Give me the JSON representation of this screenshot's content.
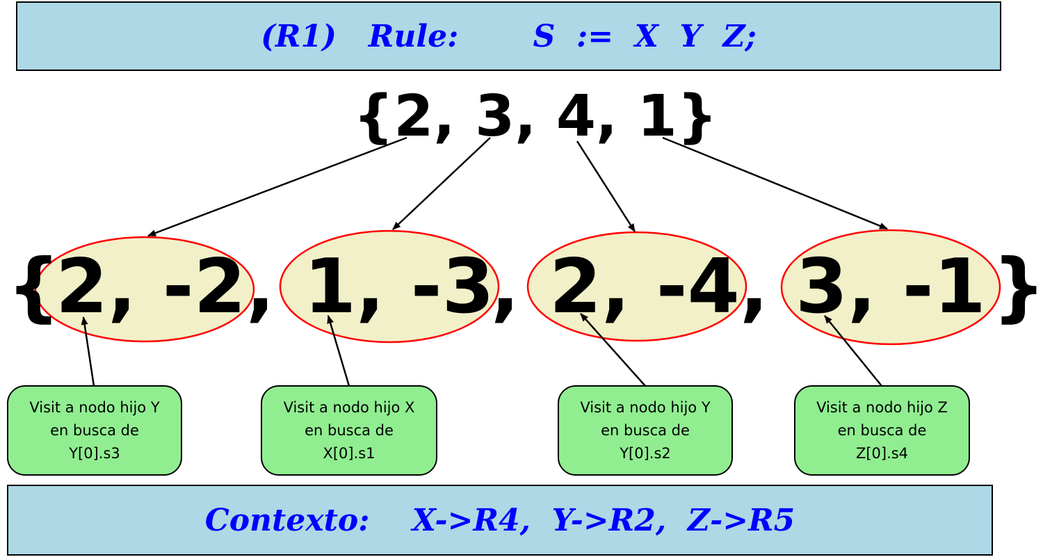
{
  "rule_banner": {
    "text": "(R1)   Rule:       S  :=  X  Y  Z;"
  },
  "top_set": "{2, 3, 4, 1}",
  "pair_set": {
    "open_brace": "{",
    "close_brace": "}",
    "separator": ",",
    "pairs": [
      "2, -2",
      "1, -3",
      "2, -4",
      "3, -1"
    ]
  },
  "notes": [
    {
      "line1": "Visit a nodo hijo Y",
      "line2": "en busca de",
      "line3": "Y[0].s3"
    },
    {
      "line1": "Visit a nodo hijo X",
      "line2": "en busca de",
      "line3": "X[0].s1"
    },
    {
      "line1": "Visit a nodo hijo Y",
      "line2": "en busca de",
      "line3": "Y[0].s2"
    },
    {
      "line1": "Visit a nodo hijo Z",
      "line2": "en busca de",
      "line3": "Z[0].s4"
    }
  ],
  "context_banner": {
    "text": "Contexto:    X->R4,  Y->R2,  Z->R5"
  },
  "colors": {
    "banner_fill": "#add8e6",
    "banner_text": "#0000ff",
    "ellipse_fill": "#f2f0c8",
    "ellipse_stroke": "#ff0000",
    "note_fill": "#90ee90",
    "arrow": "#000000"
  }
}
